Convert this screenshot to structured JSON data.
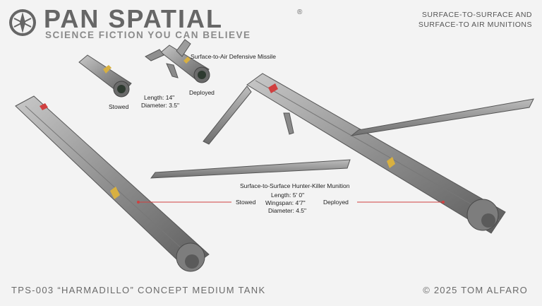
{
  "brand": {
    "title": "PAN SPATIAL",
    "registered": "®",
    "tagline": "SCIENCE FICTION YOU CAN BELIEVE"
  },
  "header": {
    "line1": "SURFACE-TO-SURFACE AND",
    "line2": "SURFACE-TO AIR MUNITIONS"
  },
  "sam": {
    "title": "Surface-to-Air Defensive Missile",
    "stowed": "Stowed",
    "deployed": "Deployed",
    "length": "Length: 14\"",
    "diameter": "Diameter: 3.5\""
  },
  "hkm": {
    "title": "Surface-to-Surface Hunter-Killer Munition",
    "length": "Length: 5' 0\"",
    "wingspan": "Wingspan: 4'7\"",
    "diameter": "Diameter: 4.5\"",
    "stowed": "Stowed",
    "deployed": "Deployed"
  },
  "footer": {
    "left": "TPS-003 “HARMADILLO” CONCEPT MEDIUM TANK",
    "right": "© 2025 TOM ALFARO"
  },
  "colors": {
    "metal": "#9a9a9a",
    "pointer": "#d04040",
    "stripe": "#d8b040"
  }
}
